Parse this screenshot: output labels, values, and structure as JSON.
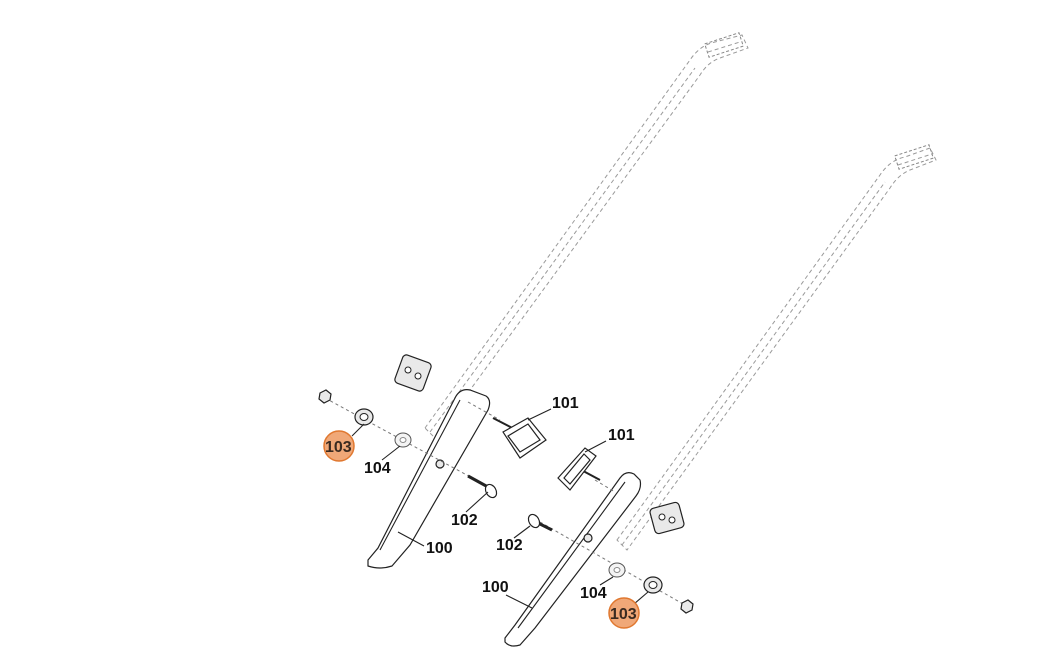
{
  "highlight_color": "#f0a878",
  "highlight_stroke": "#e07830",
  "callouts": {
    "c101a": "101",
    "c101b": "101",
    "c102a": "102",
    "c102b": "102",
    "c103a": "103",
    "c103b": "103",
    "c104a": "104",
    "c104b": "104",
    "c100a": "100",
    "c100b": "100"
  },
  "highlighted_part": "103"
}
